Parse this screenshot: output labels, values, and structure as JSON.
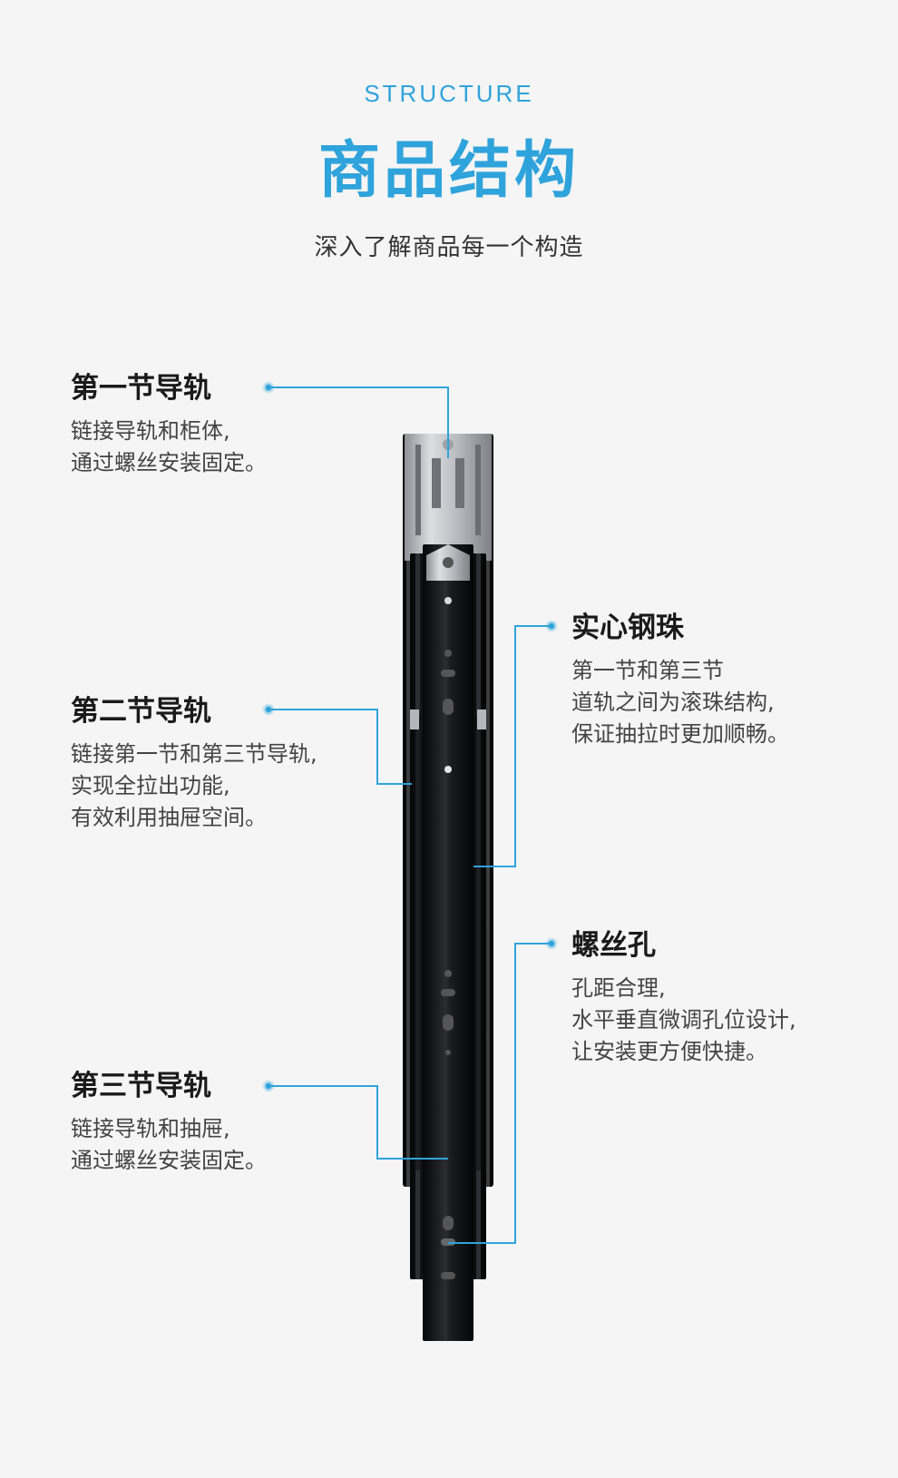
{
  "header": {
    "eyebrow": "STRUCTURE",
    "title": "商品结构",
    "subtitle": "深入了解商品每一个构造"
  },
  "callouts": {
    "rail1": {
      "title": "第一节导轨",
      "desc": "链接导轨和柜体,\n通过螺丝安装固定。"
    },
    "rail2": {
      "title": "第二节导轨",
      "desc": "链接第一节和第三节导轨,\n实现全拉出功能,\n有效利用抽屉空间。"
    },
    "rail3": {
      "title": "第三节导轨",
      "desc": "链接导轨和抽屉,\n通过螺丝安装固定。"
    },
    "balls": {
      "title": "实心钢珠",
      "desc": "第一节和第三节\n道轨之间为滚珠结构,\n保证抽拉时更加顺畅。"
    },
    "holes": {
      "title": "螺丝孔",
      "desc": "孔距合理,\n水平垂直微调孔位设计,\n让安装更方便快捷。"
    }
  },
  "colors": {
    "accent": "#2fa3db",
    "background": "#f5f5f5",
    "heading": "#1a1a1a",
    "body_text": "#444444"
  }
}
